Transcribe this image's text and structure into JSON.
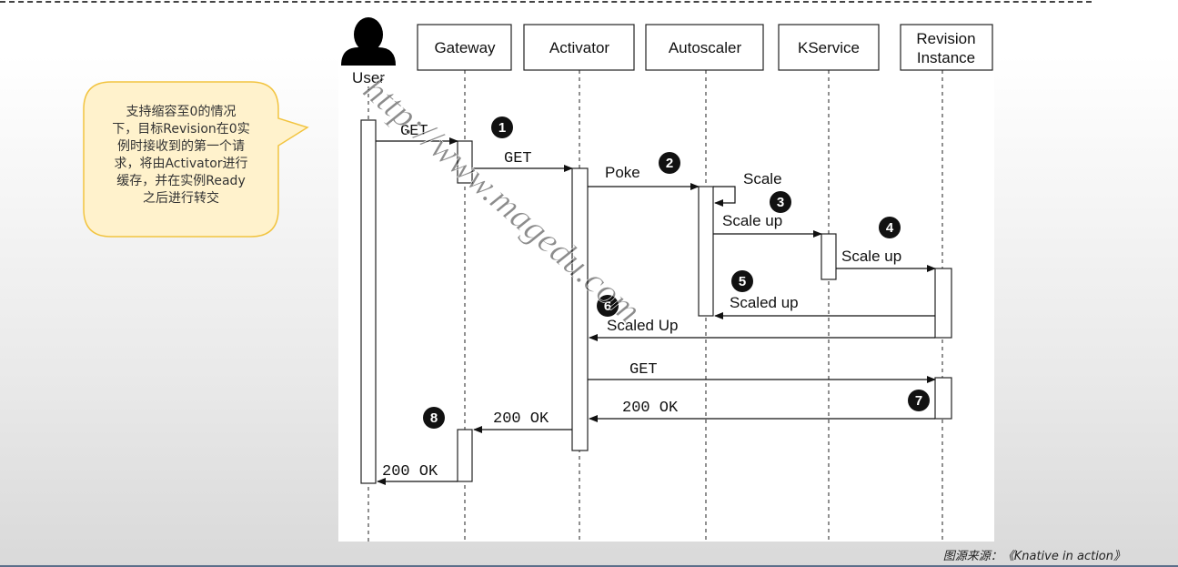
{
  "callout": {
    "text_lines": [
      "支持缩容至0的情况",
      "下，目标Revision在0实",
      "例时接收到的第一个请",
      "求，将由Activator进行",
      "缓存，并在实例Ready",
      "之后进行转交"
    ]
  },
  "diagram": {
    "participants": {
      "user": "User",
      "gateway": "Gateway",
      "activator": "Activator",
      "autoscaler": "Autoscaler",
      "kservice": "KService",
      "revision_line1": "Revision",
      "revision_line2": "Instance"
    },
    "messages": {
      "get_user_gateway": "GET",
      "get_gateway_activator": "GET",
      "poke": "Poke",
      "scale_self": "Scale",
      "scale_up_kservice": "Scale up",
      "scale_up_revision": "Scale up",
      "scaled_up_autoscaler": "Scaled up",
      "scaled_up_activator": "Scaled Up",
      "get_revision": "GET",
      "ok_revision": "200 OK",
      "ok_activator": "200 OK",
      "ok_gateway": "200 OK"
    },
    "step_numbers": [
      "1",
      "2",
      "3",
      "4",
      "5",
      "6",
      "7",
      "8"
    ],
    "watermark": "http://www.magedu.com"
  },
  "caption": "图源来源：《Knative in action》"
}
